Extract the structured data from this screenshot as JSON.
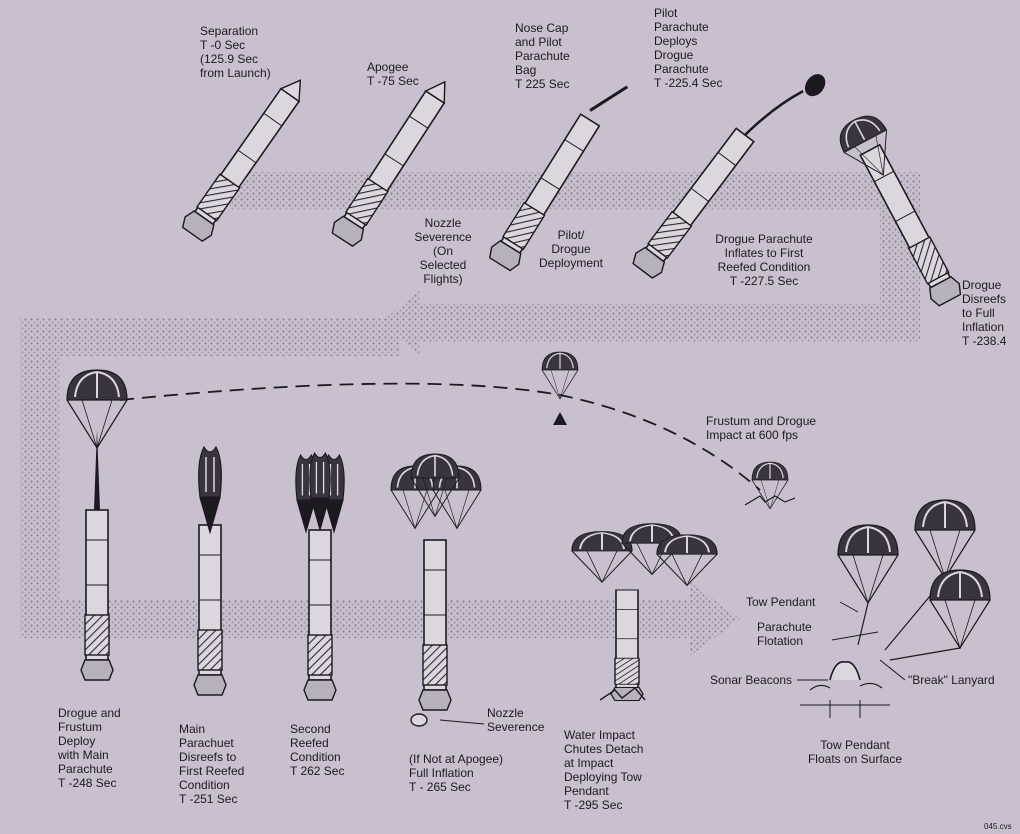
{
  "labels": {
    "separation": "Separation\nT -0 Sec\n(125.9 Sec\nfrom Launch)",
    "apogee": "Apogee\nT -75 Sec",
    "nose_cap": "Nose Cap\nand Pilot\nParachute\nBag\nT 225 Sec",
    "pilot_deploys": "Pilot\nParachute\nDeploys\nDrogue\nParachute\nT -225.4 Sec",
    "nozzle_severence_top": "Nozzle\nSeverence\n(On\nSelected\nFlights)",
    "pilot_drogue": "Pilot/\nDrogue\nDeployment",
    "drogue_inflates": "Drogue Parachute\nInflates to First\nReefed Condition\nT -227.5 Sec",
    "drogue_disreefs": "Drogue\nDisreefs\nto Full\nInflation\nT -238.4",
    "frustum_impact": "Frustum and Drogue\nImpact at 600 fps",
    "drogue_frustum": "Drogue and\nFrustum\nDeploy\nwith Main\nParachute\nT -248 Sec",
    "main_disreefs": "Main\nParachuet\nDisreefs to\nFirst Reefed\nCondition\nT -251 Sec",
    "second_reefed": "Second\nReefed\nCondition\nT 262 Sec",
    "nozzle_severence_bottom": "Nozzle\nSeverence",
    "full_inflation": "(If Not at Apogee)\nFull Inflation\nT - 265 Sec",
    "water_impact": "Water Impact\nChutes Detach\nat Impact\nDeploying Tow\nPendant\nT -295 Sec",
    "tow_pendant": "Tow Pendant",
    "parachute_flotation": "Parachute\nFlotation",
    "sonar_beacons": "Sonar Beacons",
    "break_lanyard": "\"Break\" Lanyard",
    "tow_floats": "Tow Pendant\nFloats on Surface",
    "figure_code": "045.cvs"
  }
}
